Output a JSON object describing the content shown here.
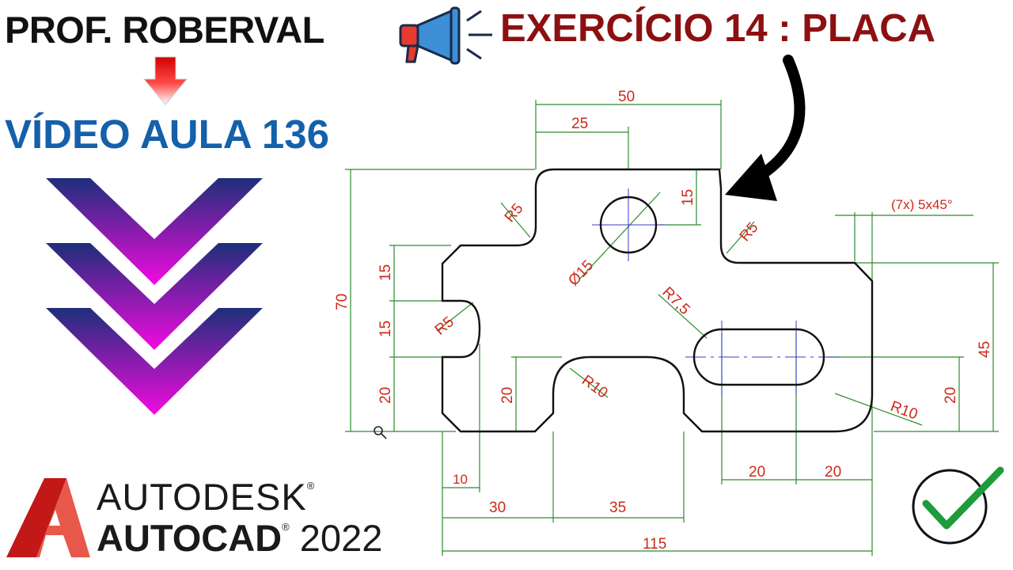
{
  "header": {
    "author": "PROF. ROBERVAL",
    "exercise": "EXERCÍCIO 14 : PLACA",
    "lesson": "VÍDEO AULA 136"
  },
  "brand": {
    "line1": "AUTODESK",
    "line2_a": "AUTOCAD",
    "line2_b": "2022",
    "reg": "®"
  },
  "drawing": {
    "dims": {
      "top_overall": "50",
      "top_half": "25",
      "left_height": "70",
      "r5_top_left": "R5",
      "hole_offset": "15",
      "hole_dia": "Ø15",
      "r5_top_right": "R5",
      "chamfer_note": "(7x) 5x45°",
      "slot_radius": "R7,5",
      "notch_upper": "15",
      "notch_lower": "15",
      "notch_radius": "R5",
      "bottom_left_height": "20",
      "arch_height": "20",
      "arch_radius": "R10",
      "right_height": "45",
      "right_low_height": "20",
      "corner_radius": "R10",
      "slot_left": "20",
      "slot_right": "20",
      "notch_width": "10",
      "arch_left": "30",
      "arch_width": "35",
      "overall_width": "115"
    },
    "colors": {
      "outline": "#111111",
      "dimension": "#2e8b2e",
      "text": "#cc2a1a",
      "center": "#3b3bcc"
    }
  },
  "icons": [
    "megaphone-icon",
    "down-arrow-icon",
    "chevron-down-icon",
    "curved-arrow-icon",
    "autocad-logo-icon",
    "checkmark-icon",
    "magnifier-icon"
  ]
}
